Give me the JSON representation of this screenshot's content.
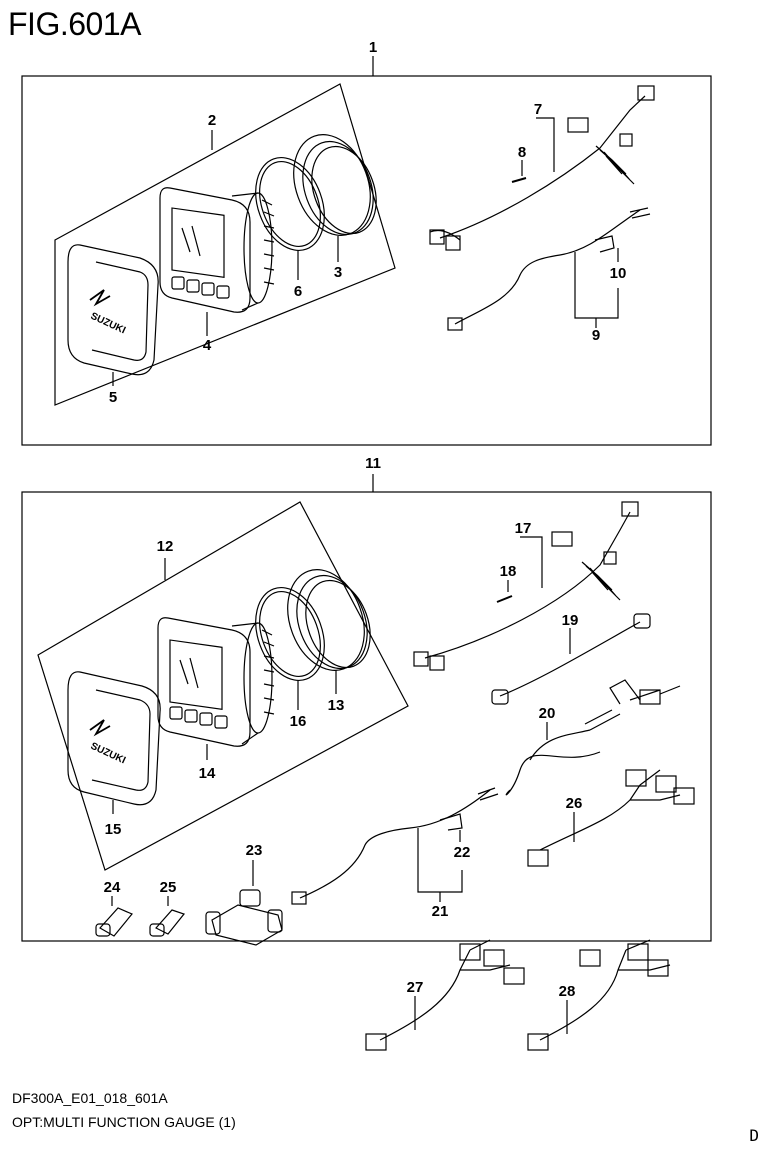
{
  "figure": {
    "title": "FIG.601A",
    "code": "DF300A_E01_018_601A",
    "description": "OPT:MULTI FUNCTION GAUGE (1)",
    "corner_mark": "D"
  },
  "labels": {
    "brand_1": "SUZUKI",
    "brand_2": "SUZUKI"
  },
  "callouts": [
    "1",
    "2",
    "3",
    "4",
    "5",
    "6",
    "7",
    "8",
    "9",
    "10",
    "11",
    "12",
    "13",
    "14",
    "15",
    "16",
    "17",
    "18",
    "19",
    "20",
    "21",
    "22",
    "23",
    "24",
    "25",
    "26",
    "27",
    "28"
  ]
}
